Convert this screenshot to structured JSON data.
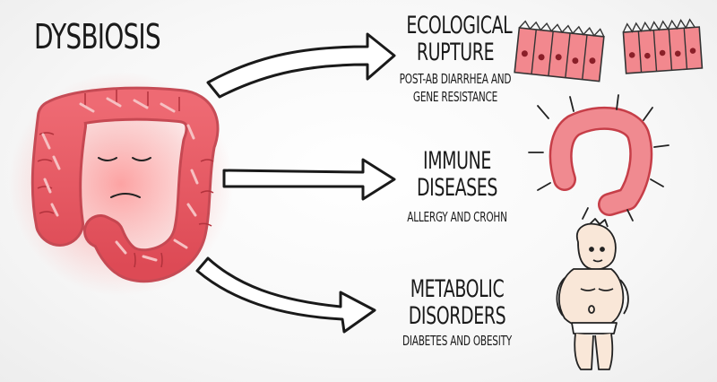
{
  "title": "DYSBIOSIS",
  "outcomes": [
    {
      "heading_lines": [
        "ECOLOGICAL",
        "RUPTURE"
      ],
      "detail_lines": [
        "POST-AB DIARRHEA AND",
        "GENE RESISTANCE"
      ]
    },
    {
      "heading_lines": [
        "IMMUNE",
        "DISEASES"
      ],
      "detail_lines": [
        "ALLERGY AND CROHN"
      ]
    },
    {
      "heading_lines": [
        "METABOLIC",
        "DISORDERS"
      ],
      "detail_lines": [
        "DIABETES AND OBESITY"
      ]
    }
  ],
  "colors": {
    "ink": "#1a1a1a",
    "gut": "#e8555f",
    "gut_light": "#f3a0a4",
    "glow": "#ff6a6a",
    "skin": "#f7e3d3"
  },
  "icons": [
    "dysbiotic-colon-icon",
    "epithelium-icon",
    "inflamed-colon-icon",
    "obese-man-icon",
    "arrow-icon"
  ]
}
